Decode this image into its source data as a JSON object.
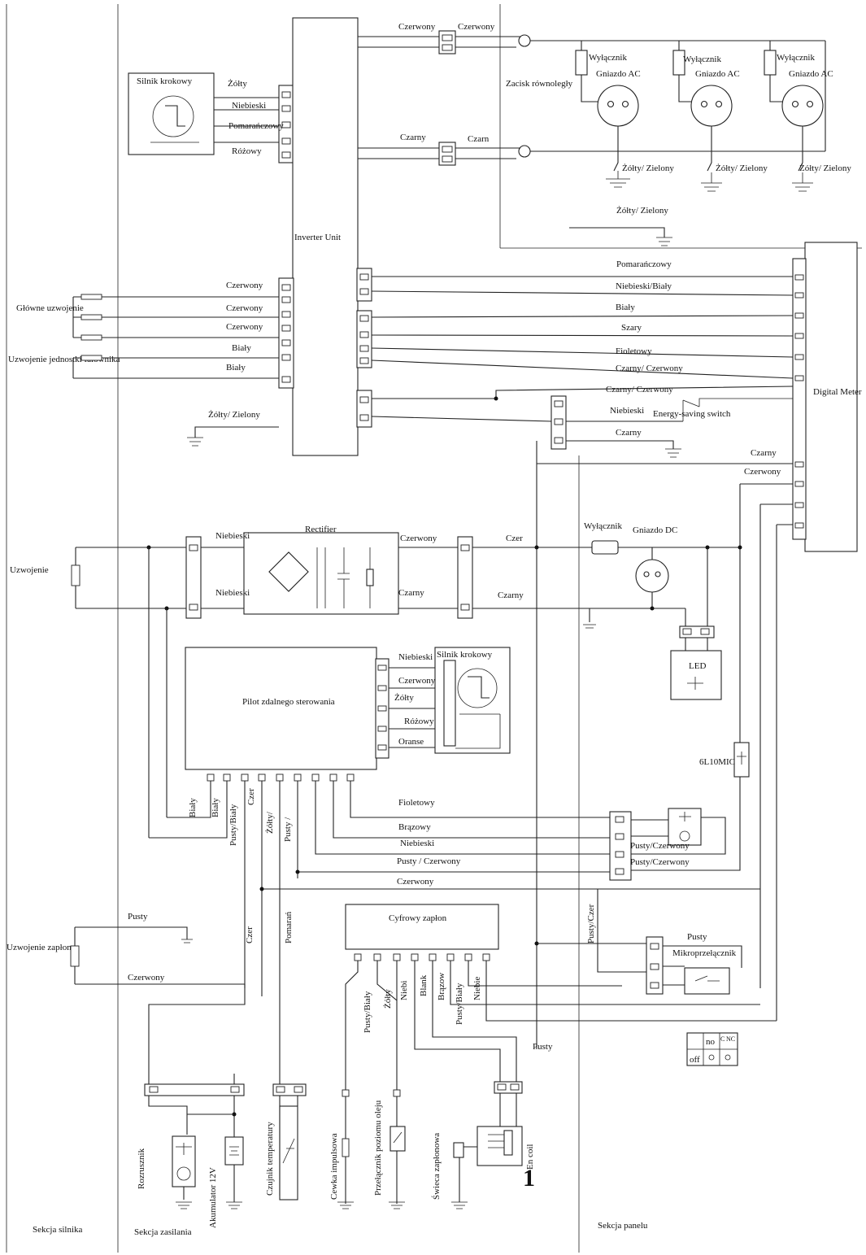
{
  "sections": {
    "engine": "Sekcja silnika",
    "power": "Sekcja zasilania",
    "panel": "Sekcja panelu"
  },
  "components": {
    "stepper_top": "Silnik krokowy",
    "inverter": "Inverter Unit",
    "parallel_clamp": "Zacisk równoległy",
    "switch": "Wyłącznik",
    "ac_socket": "Gniazdo AC",
    "digital_meter": "Digital Meter",
    "main_winding": "Główne uzwojenie",
    "inverter_winding": "Uzwojenie jednostki falownika",
    "winding": "Uzwojenie",
    "rectifier": "Rectifier",
    "dc_socket": "Gniazdo DC",
    "led": "LED",
    "remote": "Pilot zdalnego sterowania",
    "stepper_mid": "Silnik krokowy",
    "diode": "6L10MIC",
    "ignition_winding": "Uzwojenie zapłonu",
    "digital_ignition": "Cyfrowy zapłon",
    "microswitch": "Mikroprzełącznik",
    "energy_switch": "Energy-saving switch",
    "starter": "Rozrusznik",
    "battery": "Akumulator 12V",
    "temp_sensor": "Czujnik temperatury",
    "pulse_coil": "Cewka impulsowa",
    "oil_switch": "Przełącznik poziomu oleju",
    "spark_plug": "Świeca zapłonowa",
    "en_coil": "En coil",
    "marker": "1"
  },
  "switch_table": {
    "no": "no",
    "off": "off",
    "c": "C",
    "nc": "NC"
  },
  "wires": {
    "top_red_1": "Czerwony",
    "top_red_2": "Czerwony",
    "top_black_1": "Czarny",
    "top_black_2": "Czarn",
    "stepper_yellow": "Żółty",
    "stepper_blue": "Niebieski",
    "stepper_orange": "Pomarańczowy",
    "stepper_pink": "Różowy",
    "ground_1": "Żółty/ Zielony",
    "ground_2": "Żółty/ Zielony",
    "ground_3": "Żółty/ Zielony",
    "ground_4": "Żółty/ Zielony",
    "ground_5": "Żółty/ Zielony",
    "winding_red_1": "Czerwony",
    "winding_red_2": "Czerwony",
    "winding_red_3": "Czerwony",
    "winding_white_1": "Biały",
    "winding_white_2": "Biały",
    "meter_orange": "Pomarańczowy",
    "meter_bluewhite": "Niebieski/Biały",
    "meter_white": "Biały",
    "meter_grey": "Szary",
    "meter_violet": "Fioletowy",
    "meter_blackred_1": "Czarny/ Czerwony",
    "meter_blackred_2": "Czarny/ Czerwony",
    "meter_blue": "Niebieski",
    "meter_black": "Czarny",
    "meter_black_2": "Czarny",
    "meter_red": "Czerwony",
    "rect_blue_1": "Niebieski",
    "rect_blue_2": "Niebieski",
    "rect_red": "Czerwony",
    "rect_black": "Czarny",
    "dc_red": "Czer",
    "dc_black": "Czarny",
    "remote_blue": "Niebieski",
    "remote_red": "Czerwony",
    "remote_yellow": "Żółty",
    "remote_pink": "Różowy",
    "remote_orange": "Oranse",
    "bottom_white_1": "Biały",
    "bottom_white_2": "Biały",
    "bottom_bluewhite": "Pusty/Biały",
    "bottom_red": "Czer",
    "bottom_yellow": "Żółty/",
    "bottom_empty": "Pusty /",
    "lower_violet": "Fioletowy",
    "lower_brown": "Brązowy",
    "lower_blue": "Niebieski",
    "lower_emptyred": "Pusty / Czerwony",
    "lower_red": "Czerwony",
    "led_emptyred_1": "Pusty/Czerwony",
    "led_emptyred_2": "Pusty/Czerwony",
    "ign_empty": "Pusty",
    "ign_red": "Czerwony",
    "vert_red": "Czer",
    "vert_orange": "Pomarań",
    "panel_emptyred": "Pusty/Czer",
    "micro_empty": "Pusty",
    "dig_emptywhite": "Pusty/Biały",
    "dig_yellow": "Żółty",
    "dig_blue": "Niebi",
    "dig_black": "Blank",
    "dig_brown": "Brązow",
    "dig_emptywhite_2": "Pusty/Biały",
    "dig_blue_2": "Niebie",
    "empty_bottom": "Pusty"
  }
}
